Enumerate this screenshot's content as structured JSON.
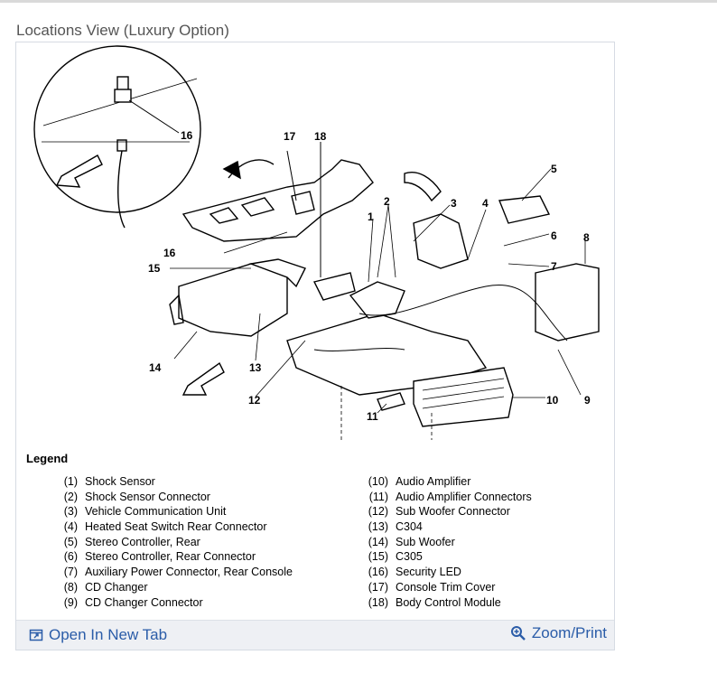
{
  "page": {
    "title": "Locations View (Luxury Option)"
  },
  "figure": {
    "callouts": [
      "16",
      "17",
      "18",
      "1",
      "2",
      "3",
      "4",
      "5",
      "6",
      "7",
      "8",
      "9",
      "10",
      "11",
      "12",
      "13",
      "14",
      "15",
      "16"
    ]
  },
  "legend": {
    "title": "Legend",
    "left": [
      {
        "num": "(1)",
        "label": "Shock Sensor"
      },
      {
        "num": "(2)",
        "label": "Shock Sensor Connector"
      },
      {
        "num": "(3)",
        "label": "Vehicle Communication Unit"
      },
      {
        "num": "(4)",
        "label": "Heated Seat Switch Rear Connector"
      },
      {
        "num": "(5)",
        "label": "Stereo Controller, Rear"
      },
      {
        "num": "(6)",
        "label": "Stereo Controller, Rear Connector"
      },
      {
        "num": "(7)",
        "label": "Auxiliary Power Connector, Rear Console"
      },
      {
        "num": "(8)",
        "label": "CD Changer"
      },
      {
        "num": "(9)",
        "label": "CD Changer Connector"
      }
    ],
    "right": [
      {
        "num": "(10)",
        "label": "Audio Amplifier"
      },
      {
        "num": "(11)",
        "label": "Audio Amplifier Connectors"
      },
      {
        "num": "(12)",
        "label": "Sub Woofer Connector"
      },
      {
        "num": "(13)",
        "label": "C304"
      },
      {
        "num": "(14)",
        "label": "Sub Woofer"
      },
      {
        "num": "(15)",
        "label": "C305"
      },
      {
        "num": "(16)",
        "label": "Security LED"
      },
      {
        "num": "(17)",
        "label": "Console Trim Cover"
      },
      {
        "num": "(18)",
        "label": "Body Control Module"
      }
    ]
  },
  "footer": {
    "open_label": "Open In New Tab",
    "zoom_label": "Zoom/Print",
    "link_color": "#2a5ca8"
  },
  "icons": {
    "open": "open-new-tab-icon",
    "zoom": "zoom-icon"
  }
}
